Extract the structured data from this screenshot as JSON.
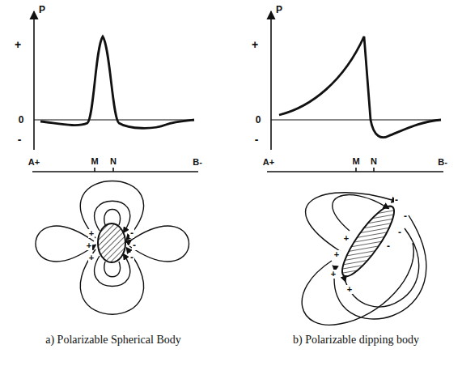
{
  "diagram": {
    "labels": [
      "P",
      "+",
      "0",
      "-",
      "A+",
      "M",
      "N",
      "B-",
      "+",
      "+",
      "+",
      "-",
      "-",
      "-",
      "P",
      "+",
      "0",
      "-",
      "A+",
      "M",
      "N",
      "B-",
      "-",
      "-",
      "-",
      "-",
      "+",
      "+",
      "+",
      "+",
      "a) Polarizable Spherical Body",
      "b) Polarizable dipping body"
    ]
  }
}
